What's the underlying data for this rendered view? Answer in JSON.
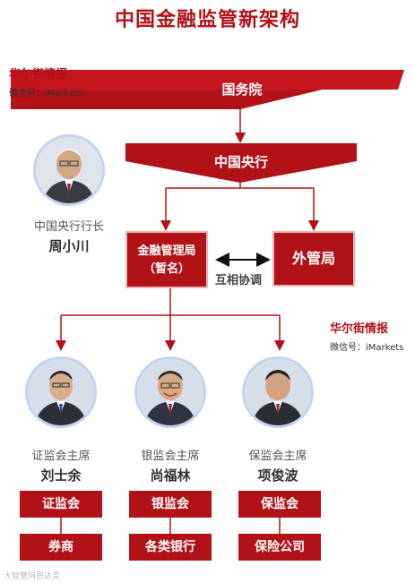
{
  "title": "中国金融监管新架构",
  "brand": {
    "name": "华尔街情报",
    "sub": "微信号：iMarkets"
  },
  "top": {
    "state_council": "国务院",
    "pboc": "中国央行"
  },
  "pboc_governor": {
    "title": "中国央行行长",
    "name": "周小川"
  },
  "middle": {
    "bureau_line1": "金融管理局",
    "bureau_line2": "（暂名）",
    "coordination": "互相协调",
    "safe": "外管局"
  },
  "regulators": [
    {
      "title": "证监会主席",
      "name": "刘士余",
      "org": "证监会",
      "sub": "券商"
    },
    {
      "title": "银监会主席",
      "name": "尚福林",
      "org": "银监会",
      "sub": "各类银行"
    },
    {
      "title": "保监会主席",
      "name": "项俊波",
      "org": "保监会",
      "sub": "保险公司"
    }
  ],
  "watermark": "大智慧阿思达克",
  "colors": {
    "primary": "#b01217",
    "avatar_border": "#c3d3ef"
  }
}
